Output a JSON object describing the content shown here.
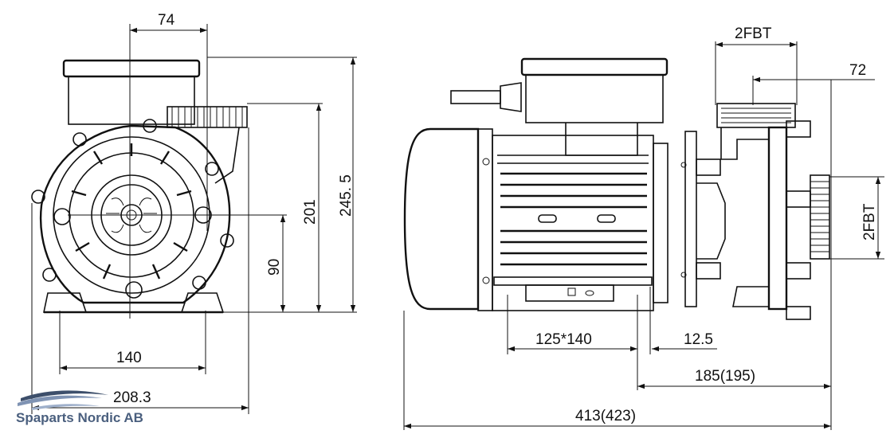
{
  "dimensions": {
    "d74": "74",
    "d245_5": "245. 5",
    "d201": "201",
    "d90": "90",
    "d140": "140",
    "d208_3": "208.3",
    "d2fbt_top": "2FBT",
    "d72": "72",
    "d2fbt_side": "2FBT",
    "d125x140": "125*140",
    "d12_5": "12.5",
    "d185": "185(195)",
    "d413": "413(423)"
  },
  "brand": {
    "name": "Spaparts Nordic AB",
    "colors": {
      "logo_dark": "#3d4f6b",
      "logo_light": "#7f93b3"
    }
  }
}
